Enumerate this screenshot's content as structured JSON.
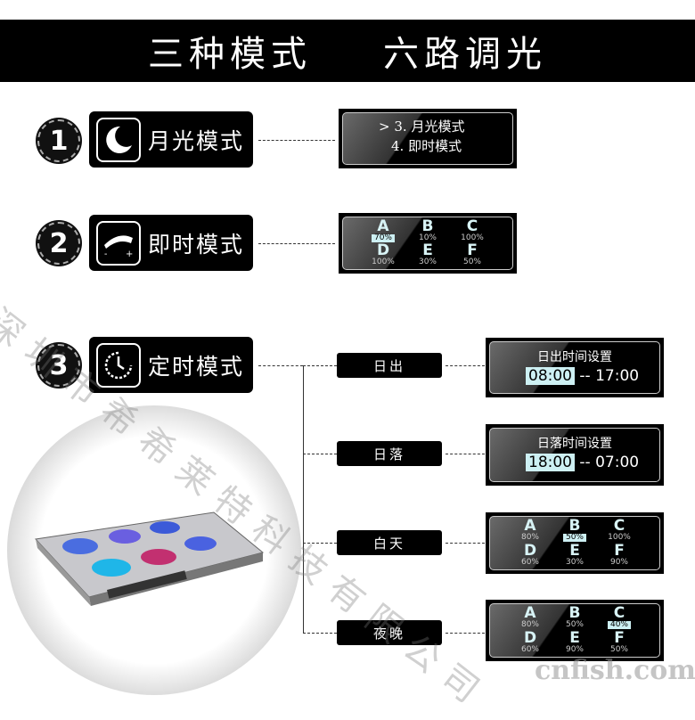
{
  "title": {
    "left": "三种模式",
    "right": "六路调光"
  },
  "modes": [
    {
      "number": "1",
      "label": "月光模式",
      "icon": "moon-icon"
    },
    {
      "number": "2",
      "label": "即时模式",
      "icon": "dimmer-icon"
    },
    {
      "number": "3",
      "label": "定时模式",
      "icon": "timer-icon"
    }
  ],
  "menu_screen": {
    "lines": [
      {
        "prefix": "> 3.",
        "text": "月光模式"
      },
      {
        "prefix": "4.",
        "text": "即时模式"
      }
    ]
  },
  "instant_screen": {
    "channels": [
      {
        "l": "A",
        "v": "70%"
      },
      {
        "l": "B",
        "v": "10%"
      },
      {
        "l": "C",
        "v": "100%"
      },
      {
        "l": "D",
        "v": "100%"
      },
      {
        "l": "E",
        "v": "30%"
      },
      {
        "l": "F",
        "v": "50%"
      }
    ],
    "selected": 0
  },
  "branches": [
    {
      "label": "日出"
    },
    {
      "label": "日落"
    },
    {
      "label": "白天"
    },
    {
      "label": "夜晚"
    }
  ],
  "sunrise_screen": {
    "title": "日出时间设置",
    "start": "08:00",
    "sep": "--",
    "end": "17:00"
  },
  "sunset_screen": {
    "title": "日落时间设置",
    "start": "18:00",
    "sep": "--",
    "end": "07:00"
  },
  "day_screen": {
    "channels": [
      {
        "l": "A",
        "v": "80%"
      },
      {
        "l": "B",
        "v": "50%"
      },
      {
        "l": "C",
        "v": "100%"
      },
      {
        "l": "D",
        "v": "60%"
      },
      {
        "l": "E",
        "v": "30%"
      },
      {
        "l": "F",
        "v": "90%"
      }
    ],
    "selected": 1
  },
  "night_screen": {
    "channels": [
      {
        "l": "A",
        "v": "80%"
      },
      {
        "l": "B",
        "v": "50%"
      },
      {
        "l": "C",
        "v": "40%"
      },
      {
        "l": "D",
        "v": "60%"
      },
      {
        "l": "E",
        "v": "90%"
      },
      {
        "l": "F",
        "v": "50%"
      }
    ],
    "selected": 2
  },
  "watermark": {
    "company": "深圳市希希莱特科技有限公司",
    "site": "cnfish.com"
  }
}
